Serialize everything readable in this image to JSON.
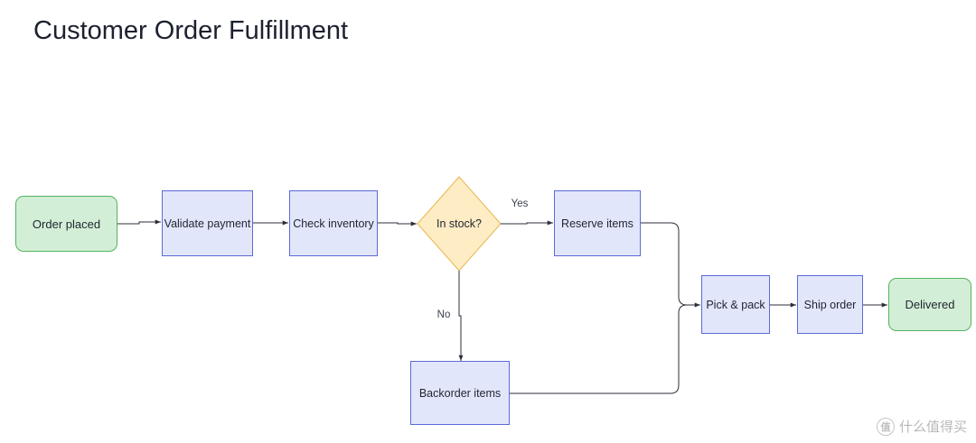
{
  "page": {
    "title": "Customer Order Fulfillment"
  },
  "nodes": {
    "order_placed": "Order placed",
    "validate_payment": "Validate payment",
    "check_inventory": "Check inventory",
    "in_stock": "In stock?",
    "reserve_items": "Reserve items",
    "backorder_items": "Backorder items",
    "pick_pack": "Pick & pack",
    "ship_order": "Ship order",
    "delivered": "Delivered"
  },
  "edge_labels": {
    "yes": "Yes",
    "no": "No"
  },
  "colors": {
    "process_fill": "#e2e6fb",
    "process_border": "#5b6bd6",
    "terminal_fill": "#d3eed6",
    "terminal_border": "#53b35f",
    "decision_fill": "#fdecc4",
    "decision_border": "#e8b64c",
    "edge": "#2b2f38"
  },
  "watermark": {
    "text": "什么值得买",
    "logo_glyph": "值"
  }
}
